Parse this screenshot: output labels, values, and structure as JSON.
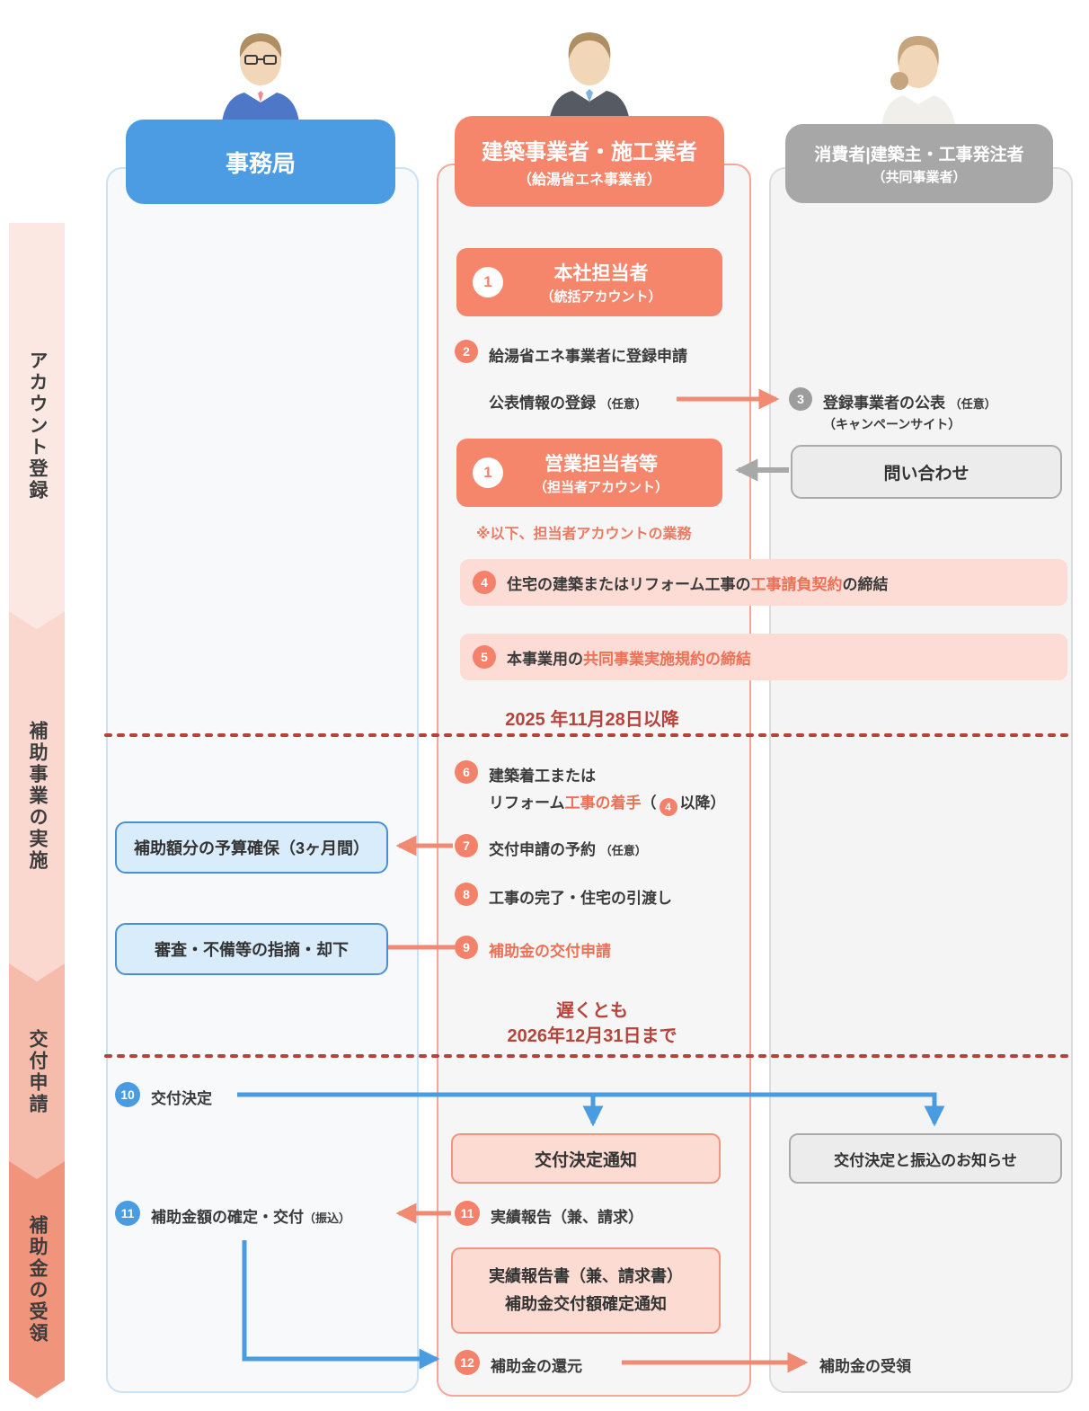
{
  "sidebar": {
    "sections": [
      {
        "label": "アカウント登録"
      },
      {
        "label": "補助事業の実施"
      },
      {
        "label": "交付申請"
      },
      {
        "label": "補助金の受領"
      }
    ]
  },
  "actors": {
    "jimukyoku": {
      "title": "事務局"
    },
    "builder": {
      "title": "建築事業者・施工業者",
      "subtitle": "（給湯省エネ事業者）"
    },
    "consumer": {
      "title": "消費者|建築主・工事発注者",
      "subtitle": "（共同事業者）"
    }
  },
  "account": {
    "s1a": {
      "num": "1",
      "title": "本社担当者",
      "subtitle": "（統括アカウント）"
    },
    "s2": {
      "num": "2",
      "label": "給湯省エネ事業者に登録申請"
    },
    "publish": {
      "label": "公表情報の登録",
      "note": "（任意）"
    },
    "s3": {
      "num": "3",
      "label": "登録事業者の公表",
      "note": "（任意）",
      "subtitle": "（キャンペーンサイト）"
    },
    "inquiry": {
      "label": "問い合わせ"
    },
    "s1b": {
      "num": "1",
      "title": "営業担当者等",
      "subtitle": "（担当者アカウント）"
    },
    "note_account": "※以下、担当者アカウントの業務"
  },
  "contract": {
    "s4": {
      "num": "4",
      "pre": "住宅の建築またはリフォーム工事の",
      "highlight": "工事請負契約",
      "post": "の締結"
    },
    "s5": {
      "num": "5",
      "pre": "本事業用の",
      "highlight": "共同事業実施規約の締結"
    },
    "date1": "2025 年11月28日以降"
  },
  "implementation": {
    "s6": {
      "num": "6",
      "line1": "建築着工または",
      "l2a": "リフォーム",
      "l2b": "工事の着手",
      "l2c": "（",
      "inline_num": "4",
      "l2d": "以降）"
    },
    "s7": {
      "num": "7",
      "label": "交付申請の予約",
      "note": "（任意）"
    },
    "budget_box": "補助額分の予算確保（3ヶ月間）",
    "s8": {
      "num": "8",
      "label": "工事の完了・住宅の引渡し"
    },
    "review_box": "審査・不備等の指摘・却下",
    "s9": {
      "num": "9",
      "label": "補助金の交付申請"
    },
    "date2_line1": "遅くとも",
    "date2_line2": "2026年12月31日まで"
  },
  "decision": {
    "s10": {
      "num": "10",
      "label": "交付決定"
    },
    "notice_box": "交付決定通知",
    "transfer_box": "交付決定と振込のお知らせ"
  },
  "payment": {
    "s11_left": {
      "num": "11",
      "label": "補助金額の確定・交付",
      "note": "（振込）"
    },
    "s11_center": {
      "num": "11",
      "label": "実績報告（兼、請求）"
    },
    "report_box_line1": "実績報告書（兼、請求書）",
    "report_box_line2": "補助金交付額確定通知",
    "s12": {
      "num": "12",
      "label": "補助金の還元"
    },
    "receive_label": "補助金の受領"
  },
  "colors": {
    "salmon": "#f5866c",
    "salmon_circle": "#f4826a",
    "highlight_text": "#ec7157",
    "deadline_red": "#b8433a",
    "blue": "#4a9ce0",
    "gray": "#a7a7a7",
    "pink_box": "#fbdbd2",
    "blue_box": "#d9ecfb"
  }
}
